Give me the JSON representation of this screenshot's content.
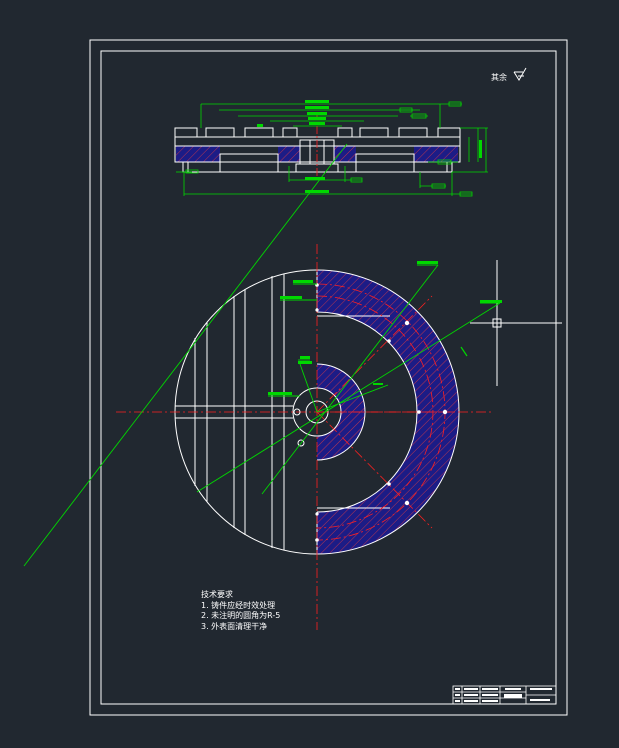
{
  "drawing": {
    "roughness_note": "其余",
    "tech_requirements": {
      "title": "技术要求",
      "items": [
        "1. 铸件应经时效处理",
        "2. 未注明的圆角为R-5",
        "3. 外表面清理干净"
      ]
    }
  },
  "colors": {
    "background": "#212830",
    "line": "#ffffff",
    "dimension": "#00d800",
    "centerline": "#ff2020",
    "hatch_fill": "#1c1c86",
    "hatch_line": "#c03a55"
  }
}
